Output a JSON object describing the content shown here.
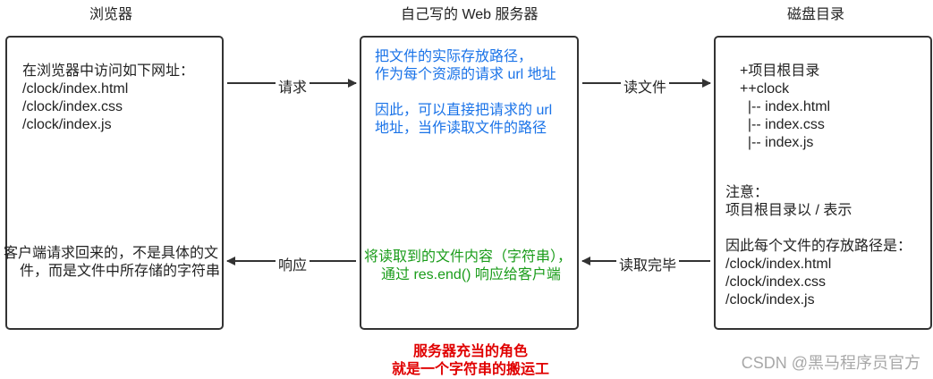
{
  "columns": {
    "browser": "浏览器",
    "server": "自己写的 Web 服务器",
    "disk": "磁盘目录"
  },
  "browser_box": {
    "lines": [
      "在浏览器中访问如下网址：",
      "/clock/index.html",
      "/clock/index.css",
      "/clock/index.js"
    ],
    "result": [
      "客户端请求回来的，不是具体的文",
      "件，而是文件中所存储的字符串"
    ]
  },
  "server_box": {
    "blue_lines": [
      "把文件的实际存放路径，",
      "作为每个资源的请求 url 地址",
      "",
      "因此，可以直接把请求的 url",
      "地址，当作读取文件的路径"
    ],
    "green_lines": [
      "将读取到的文件内容（字符串），",
      "通过 res.end() 响应给客户端"
    ]
  },
  "disk_box": {
    "tree": [
      "+项目根目录",
      "++clock",
      "  |-- index.html",
      "  |-- index.css",
      "  |-- index.js"
    ],
    "note": [
      "注意：",
      "项目根目录以 / 表示",
      "",
      "因此每个文件的存放路径是：",
      "/clock/index.html",
      "/clock/index.css",
      "/clock/index.js"
    ]
  },
  "arrows": {
    "request": "请求",
    "read_file": "读文件",
    "response": "响应",
    "read_done": "读取完毕"
  },
  "caption": [
    "服务器充当的角色",
    "就是一个字符串的搬运工"
  ],
  "watermark": "CSDN @黑马程序员官方",
  "colors": {
    "blue": "#1a73e8",
    "green": "#1a9c1a",
    "red": "#e00000"
  }
}
